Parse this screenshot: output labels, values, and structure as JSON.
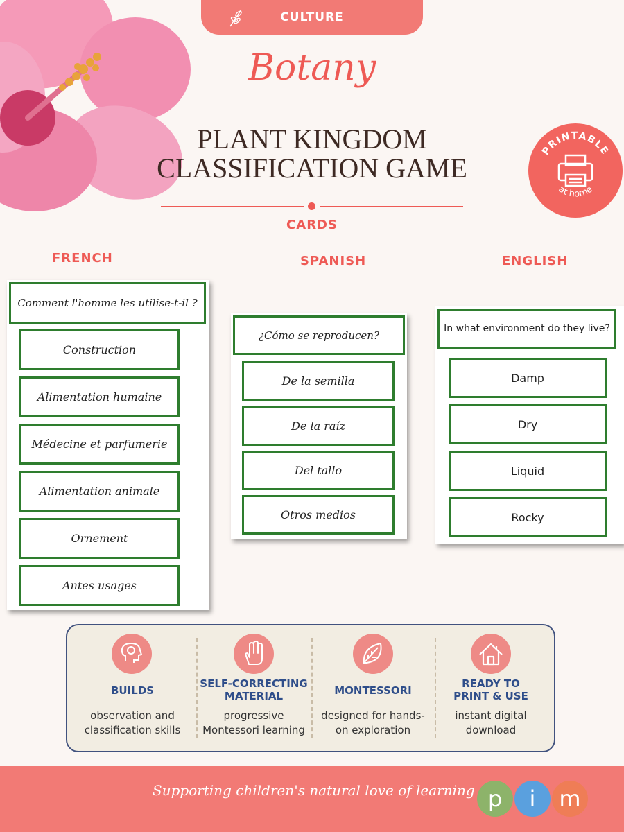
{
  "header": {
    "category": "CULTURE",
    "script_title": "Botany",
    "title_line1": "PLANT KINGDOM",
    "title_line2": "CLASSIFICATION GAME",
    "section": "CARDS"
  },
  "badge": {
    "top": "PRINTABLE",
    "bottom": "at home"
  },
  "languages": {
    "french": {
      "label": "FRENCH",
      "question": "Comment l'homme les utilise-t-il ?",
      "answers": [
        "Construction",
        "Alimentation humaine",
        "Médecine et parfumerie",
        "Alimentation animale",
        "Ornement",
        "Antes usages"
      ]
    },
    "spanish": {
      "label": "SPANISH",
      "question": "¿Cómo se reproducen?",
      "answers": [
        "De la semilla",
        "De la raíz",
        "Del tallo",
        "Otros medios"
      ]
    },
    "english": {
      "label": "ENGLISH",
      "question": "In what environment do they live?",
      "answers": [
        "Damp",
        "Dry",
        "Liquid",
        "Rocky"
      ]
    }
  },
  "features": [
    {
      "title": "BUILDS",
      "desc": [
        "observation and",
        "classification skills"
      ],
      "icon": "brain-icon"
    },
    {
      "title": "SELF-CORRECTING\nMATERIAL",
      "desc": [
        "progressive",
        "Montessori learning"
      ],
      "icon": "hand-icon"
    },
    {
      "title": "MONTESSORI",
      "desc": [
        "designed for hands-",
        "on exploration"
      ],
      "icon": "leaf-icon"
    },
    {
      "title": "READY TO\nPRINT & USE",
      "desc": [
        "instant digital",
        "download"
      ],
      "icon": "house-icon"
    }
  ],
  "footer": {
    "tagline": "Supporting children's natural love of learning",
    "logo_letters": [
      "p",
      "i",
      "m"
    ]
  },
  "colors": {
    "accent": "#ee5a55",
    "tab": "#f27a75",
    "card_border": "#2e7d2e",
    "feature_title": "#2f4e8a",
    "logo_p": "#8db36a",
    "logo_i": "#5aa0de",
    "logo_m": "#ef7d56"
  }
}
